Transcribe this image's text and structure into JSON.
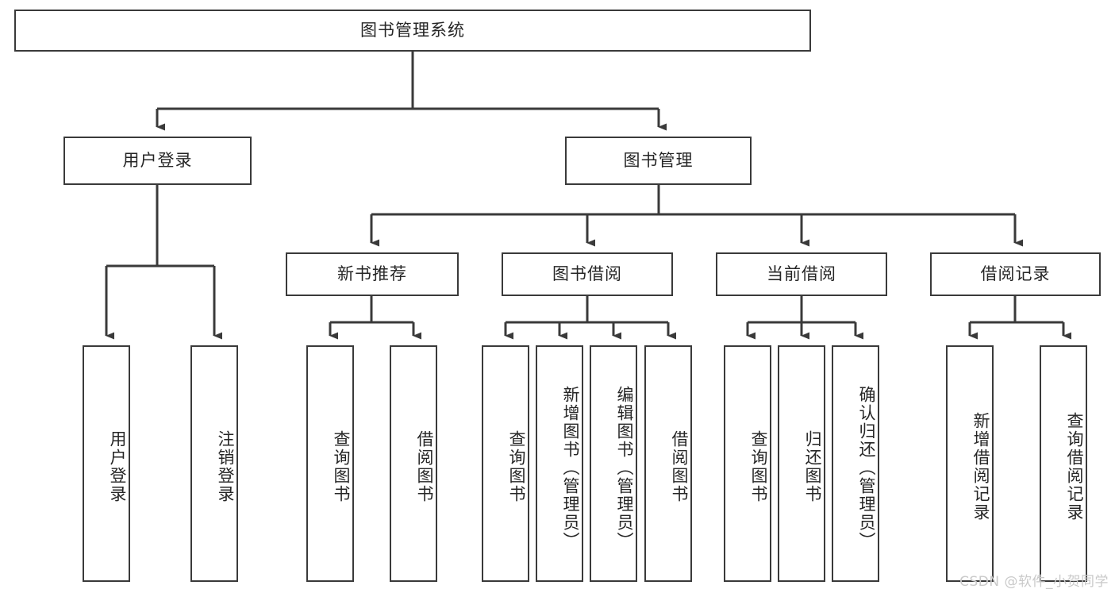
{
  "diagram": {
    "title": "图书管理系统",
    "type": "tree-hierarchy-chart",
    "watermark": "CSDN @软件_小贺同学",
    "colors": {
      "stroke": "#3a3a3a",
      "text": "#262626",
      "background": "#ffffff",
      "watermark": "#c9c9c9"
    },
    "root": {
      "label": "图书管理系统"
    },
    "level2": [
      {
        "label": "用户登录"
      },
      {
        "label": "图书管理"
      }
    ],
    "level3": [
      {
        "label": "新书推荐"
      },
      {
        "label": "图书借阅"
      },
      {
        "label": "当前借阅"
      },
      {
        "label": "借阅记录"
      }
    ],
    "leaves": {
      "user_login": [
        {
          "label": "用户登录"
        },
        {
          "label": "注销登录"
        }
      ],
      "new_book": [
        {
          "label": "查询图书"
        },
        {
          "label": "借阅图书"
        }
      ],
      "book_borrow": [
        {
          "label": "查询图书"
        },
        {
          "label": "新增图书（管理员）"
        },
        {
          "label": "编辑图书（管理员）"
        },
        {
          "label": "借阅图书"
        }
      ],
      "current_borrow": [
        {
          "label": "查询图书"
        },
        {
          "label": "归还图书"
        },
        {
          "label": "确认归还（管理员）"
        }
      ],
      "borrow_record": [
        {
          "label": "新增借阅记录"
        },
        {
          "label": "查询借阅记录"
        }
      ]
    }
  }
}
